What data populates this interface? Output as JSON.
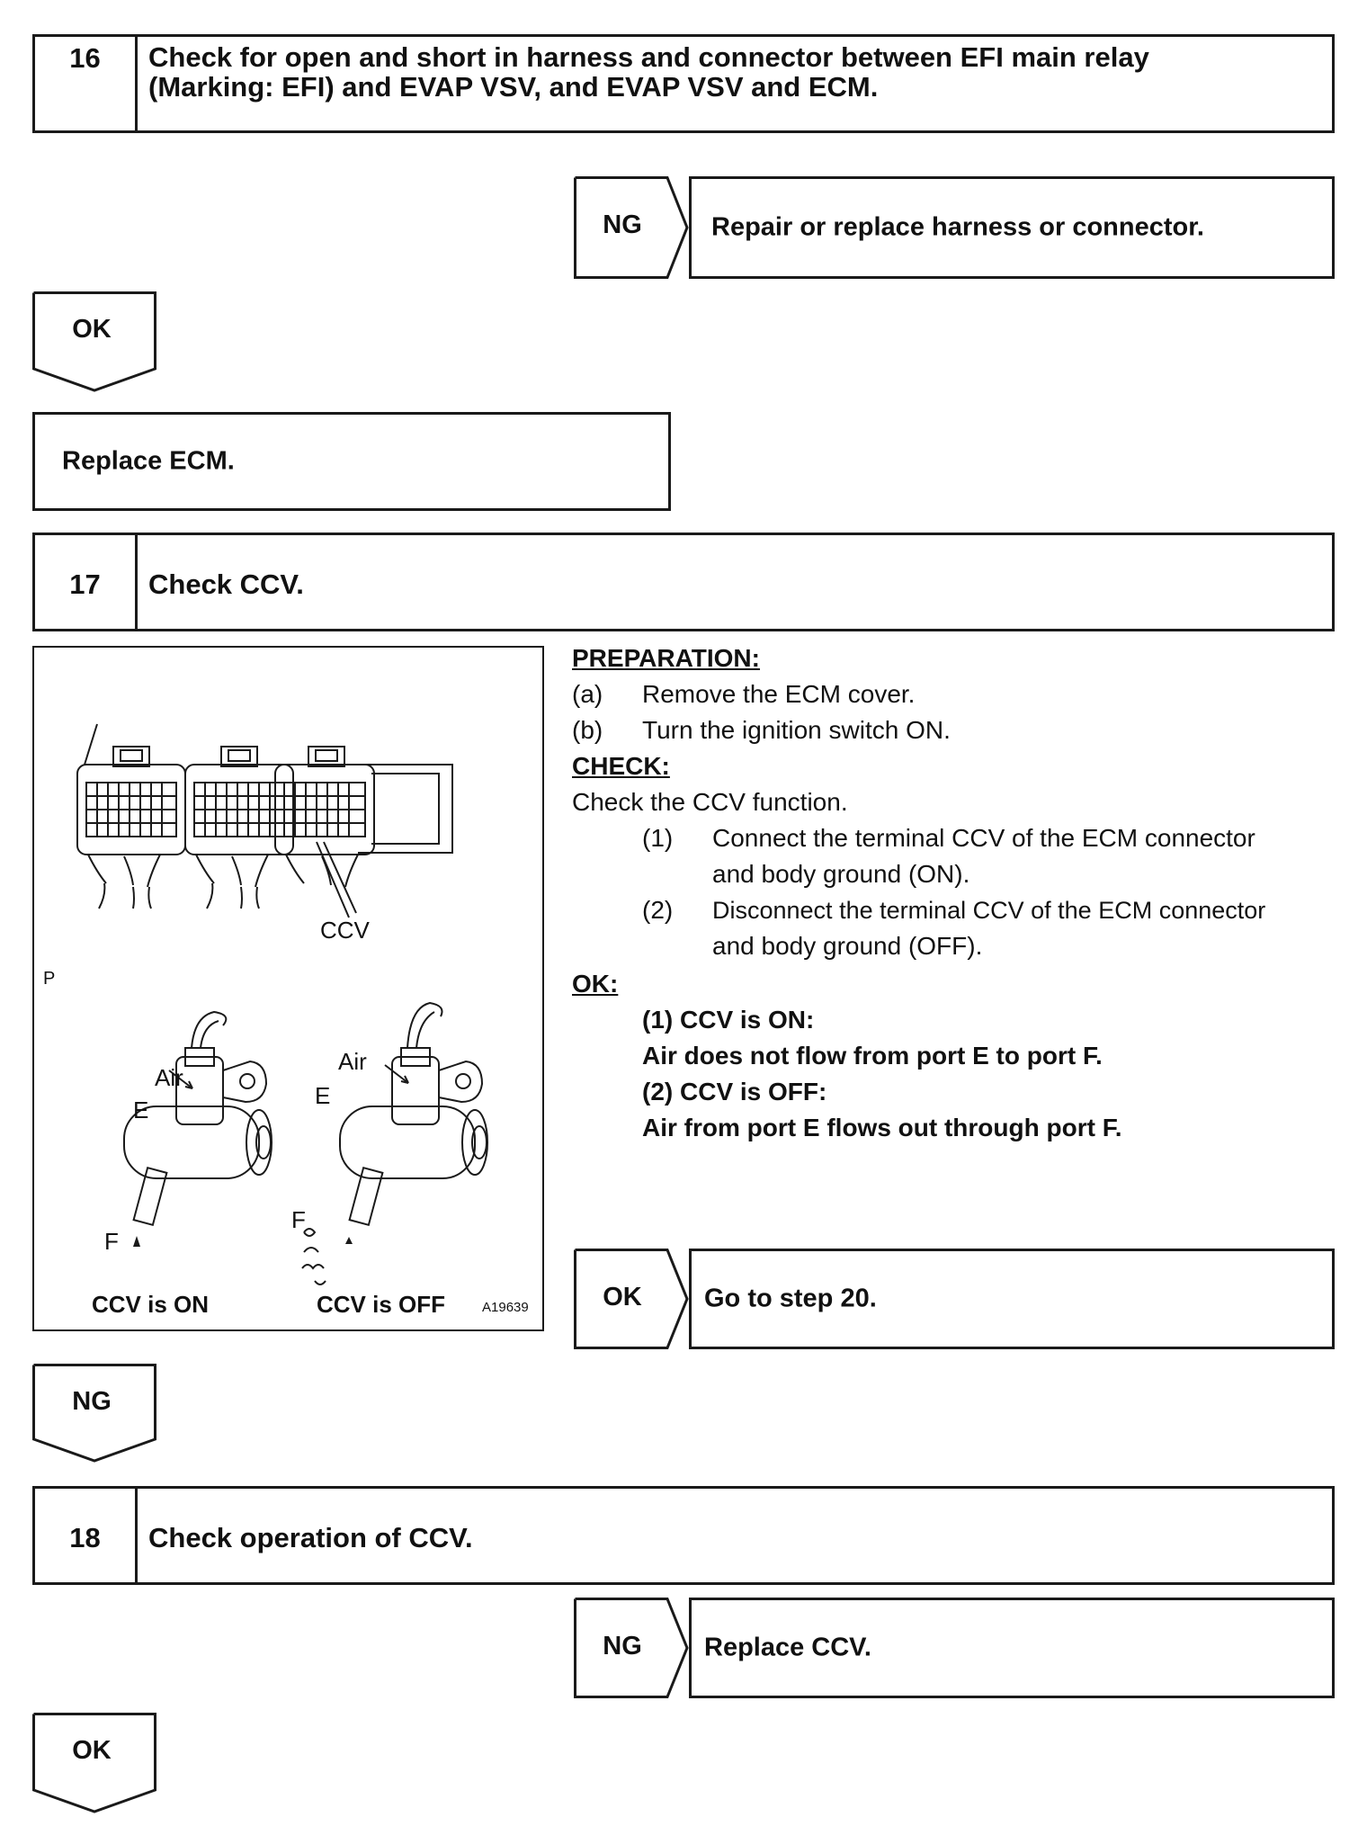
{
  "step16": {
    "number": "16",
    "title_line1": "Check for open and short in harness and connector between EFI main relay",
    "title_line2": "(Marking: EFI) and EVAP VSV, and EVAP VSV and ECM.",
    "ng_label": "NG",
    "ng_result": "Repair or replace harness or connector.",
    "ok_label": "OK",
    "ok_result": "Replace ECM."
  },
  "step17": {
    "number": "17",
    "title": "Check CCV.",
    "figure": {
      "label_ccv": "CCV",
      "label_p": "P",
      "label_air_left": "Air",
      "label_e_left": "E",
      "label_f_left": "F",
      "label_air_right": "Air",
      "label_e_right": "E",
      "label_f_right": "F",
      "caption_on": "CCV is ON",
      "caption_off": "CCV is OFF",
      "figure_code": "A19639"
    },
    "preparation_heading": "PREPARATION:",
    "prep_a_marker": "(a)",
    "prep_a_text": "Remove the ECM cover.",
    "prep_b_marker": "(b)",
    "prep_b_text": "Turn the ignition switch ON.",
    "check_heading": "CHECK:",
    "check_intro": "Check the CCV function.",
    "check_1_marker": "(1)",
    "check_1_line1": "Connect the terminal CCV of the ECM connector",
    "check_1_line2": "and body ground (ON).",
    "check_2_marker": "(2)",
    "check_2_line1": "Disconnect the terminal CCV of the ECM connector",
    "check_2_line2": "and body ground (OFF).",
    "ok_heading": "OK:",
    "ok_line1": "(1) CCV is ON:",
    "ok_line2": "Air does not flow from port E to port F.",
    "ok_line3": "(2) CCV is OFF:",
    "ok_line4": "Air from port E flows out through port F.",
    "ok_label": "OK",
    "ok_result": "Go to step 20.",
    "ng_label": "NG"
  },
  "step18": {
    "number": "18",
    "title": "Check operation of CCV.",
    "ng_label": "NG",
    "ng_result": "Replace CCV.",
    "ok_label": "OK"
  }
}
